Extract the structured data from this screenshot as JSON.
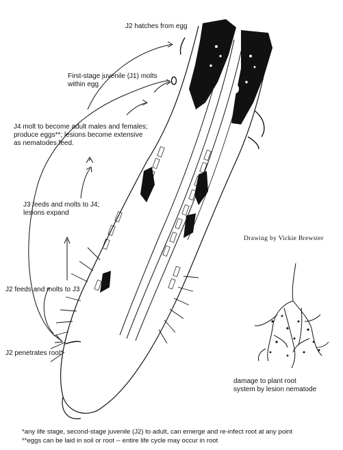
{
  "labels": {
    "j2_hatches": "J2 hatches from egg",
    "j1_molts": "First-stage juvenile (J1) molts\nwithin egg",
    "j4_molt": "J4 molt to become adult males and females;\nproduce eggs**; lesions become extensive\nas nematodes feed.",
    "j3_feeds": "J3 feeds and molts to J4;\nlesions expand",
    "j2_feeds": "J2 feeds and molts to J3",
    "j2_penetrates": "J2 penetrates root*",
    "credit": "Drawing by Vickie Brewster",
    "damage": "damage to plant root\nsystem by lesion nematode"
  },
  "footnotes": {
    "note1": "*any life stage, second-stage juvenile (J2) to adult, can emerge and re-infect root at any point",
    "note2": "**eggs can be laid in soil or root -- entire life cycle may occur in root"
  },
  "colors": {
    "ink": "#111111",
    "background": "#ffffff"
  }
}
